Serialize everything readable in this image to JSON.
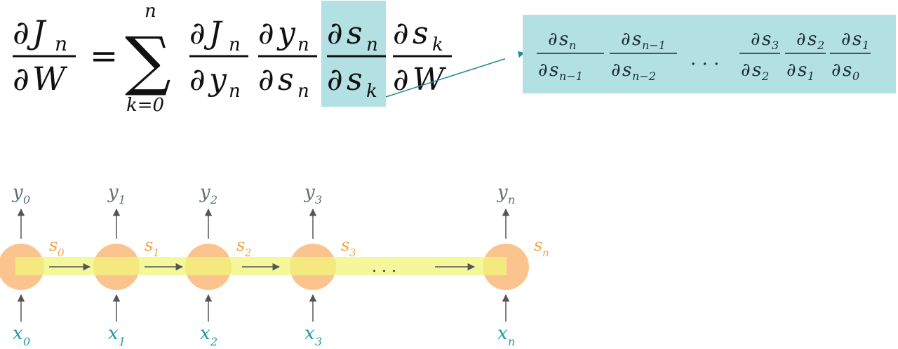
{
  "colors": {
    "highlight_box": "#b3e0e3",
    "connector_line": "#1f8a96",
    "state_circle": "#fbc48f",
    "state_band": "#f0f57a",
    "state_label": "#f2a33b",
    "output_label": "#60707a",
    "input_label": "#1f9aa6",
    "arrow": "#555555",
    "formula_text": "#111111"
  },
  "formula": {
    "lhs": {
      "num_d": "∂",
      "num_var": "J",
      "num_sub": "n",
      "den_d": "∂",
      "den_var": "W"
    },
    "equals": "=",
    "sum": {
      "symbol": "∑",
      "upper": "n",
      "lower": "k=0"
    },
    "terms": [
      {
        "num_var": "J",
        "num_sub": "n",
        "den_var": "y",
        "den_sub": "n"
      },
      {
        "num_var": "y",
        "num_sub": "n",
        "den_var": "s",
        "den_sub": "n"
      },
      {
        "num_var": "s",
        "num_sub": "n",
        "den_var": "s",
        "den_sub": "k",
        "highlighted": true
      },
      {
        "num_var": "s",
        "num_sub": "k",
        "den_var": "W",
        "den_sub": ""
      }
    ]
  },
  "expansion": {
    "fractions_left": [
      {
        "num_var": "s",
        "num_sub": "n",
        "den_var": "s",
        "den_sub": "n−1"
      },
      {
        "num_var": "s",
        "num_sub": "n−1",
        "den_var": "s",
        "den_sub": "n−2"
      }
    ],
    "ellipsis": ". . .",
    "fractions_right": [
      {
        "num_var": "s",
        "num_sub": "3",
        "den_var": "s",
        "den_sub": "2"
      },
      {
        "num_var": "s",
        "num_sub": "2",
        "den_var": "s",
        "den_sub": "1"
      },
      {
        "num_var": "s",
        "num_sub": "1",
        "den_var": "s",
        "den_sub": "0"
      }
    ]
  },
  "rnn": {
    "var_output": "y",
    "var_state": "s",
    "var_input": "x",
    "steps": [
      {
        "out_sub": "0",
        "state_sub": "0",
        "in_sub": "0"
      },
      {
        "out_sub": "1",
        "state_sub": "1",
        "in_sub": "1"
      },
      {
        "out_sub": "2",
        "state_sub": "2",
        "in_sub": "2"
      },
      {
        "out_sub": "3",
        "state_sub": "3",
        "in_sub": "3"
      },
      {
        "out_sub": "n",
        "state_sub": "n",
        "in_sub": "n"
      }
    ],
    "ellipsis": ". . ."
  }
}
